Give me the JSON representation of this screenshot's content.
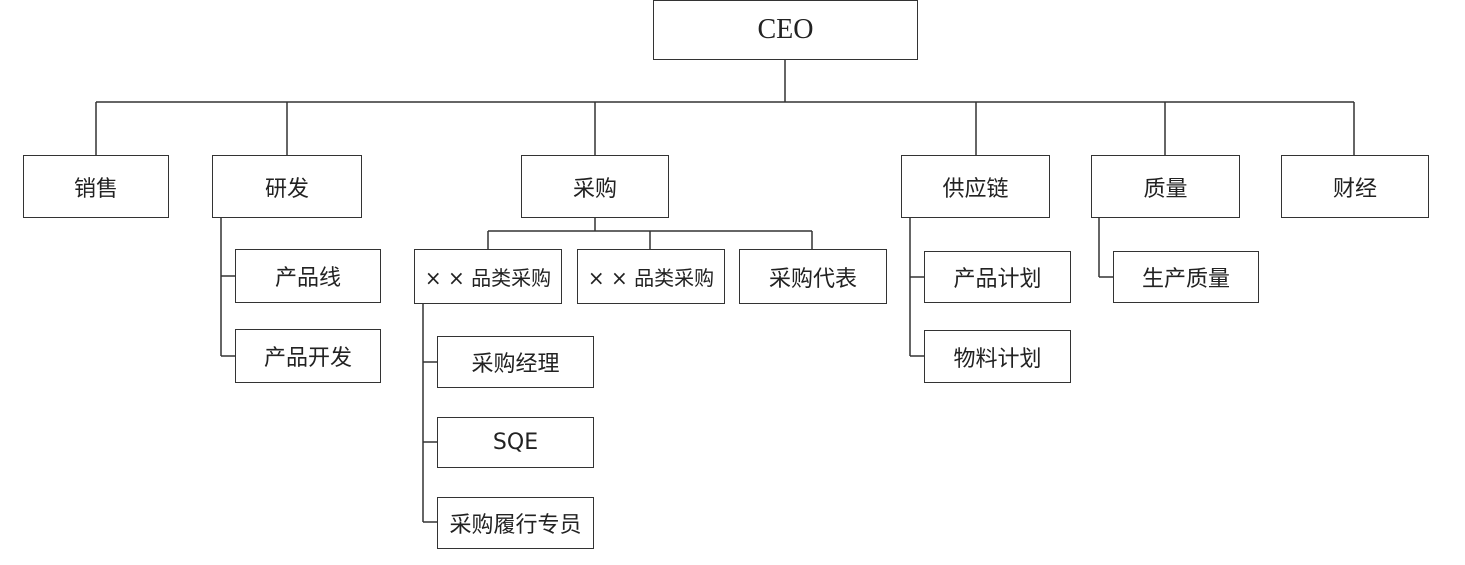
{
  "org": {
    "ceo": "CEO",
    "depts": {
      "sales": "销售",
      "rd": "研发",
      "purchasing": "采购",
      "supply_chain": "供应链",
      "quality": "质量",
      "finance": "财经"
    },
    "rd_children": [
      "产品线",
      "产品开发"
    ],
    "purchasing_children": [
      "× × 品类采购",
      "× × 品类采购",
      "采购代表"
    ],
    "category_children": [
      "采购经理",
      "SQE",
      "采购履行专员"
    ],
    "supply_children": [
      "产品计划",
      "物料计划"
    ],
    "quality_children": [
      "生产质量"
    ]
  },
  "colors": {
    "line": "#333333",
    "box_border": "#333333",
    "text": "#222222"
  }
}
